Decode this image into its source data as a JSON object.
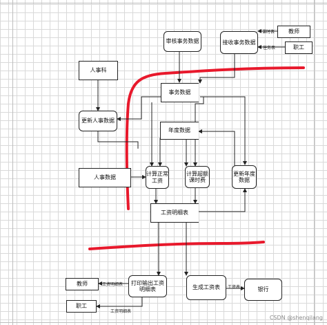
{
  "nodes": {
    "audit": "审核事务数据",
    "receive": "接收事务数据",
    "hr": "人事科",
    "transaction_data": "事务数据",
    "update_hr": "更新人事数据",
    "annual_data": "年度数据",
    "hr_data": "人事数据",
    "calc_pay": "计算正常工资",
    "calc_overtime": "计算超额课时费",
    "update_annual": "更新年度数据",
    "payslip": "工资明细表",
    "teacher_top": "教师",
    "staff_top": "职工",
    "print_payslip": "打印输出工资明细表",
    "gen_payroll": "生成工资表",
    "bank": "银行",
    "teacher_bottom": "教师",
    "staff_bottom": "职工"
  },
  "flow_labels": {
    "class_hours": "课时表",
    "task_list": "任务表",
    "payslip_1": "工资明细表",
    "payslip_2": "工资明细表",
    "payroll": "工资表"
  },
  "colors": {
    "boundary": "#e8192c",
    "line": "#222222"
  },
  "watermark": "CSDN @shenqilang"
}
